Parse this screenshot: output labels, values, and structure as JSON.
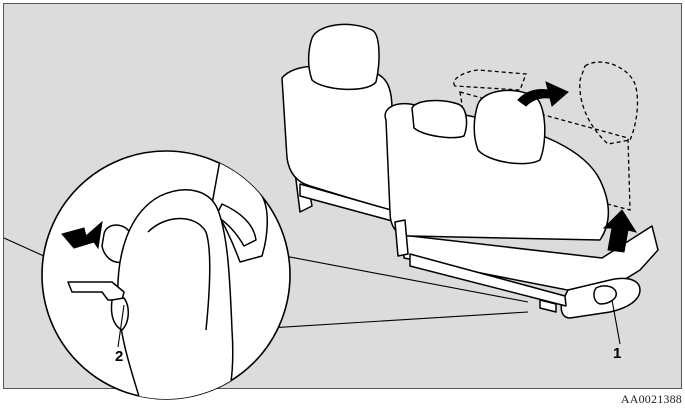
{
  "callouts": {
    "one": "1",
    "two": "2"
  },
  "figure_code": "AA0021388",
  "colors": {
    "background": "#dcdcdc",
    "part_fill": "#ffffff",
    "outline": "#000000",
    "frame": "#555555"
  },
  "icons": {
    "push_arrow": "down-arrow-icon",
    "lift_arrow": "up-arrow-icon",
    "fold_arrow": "curved-arrow-icon"
  }
}
